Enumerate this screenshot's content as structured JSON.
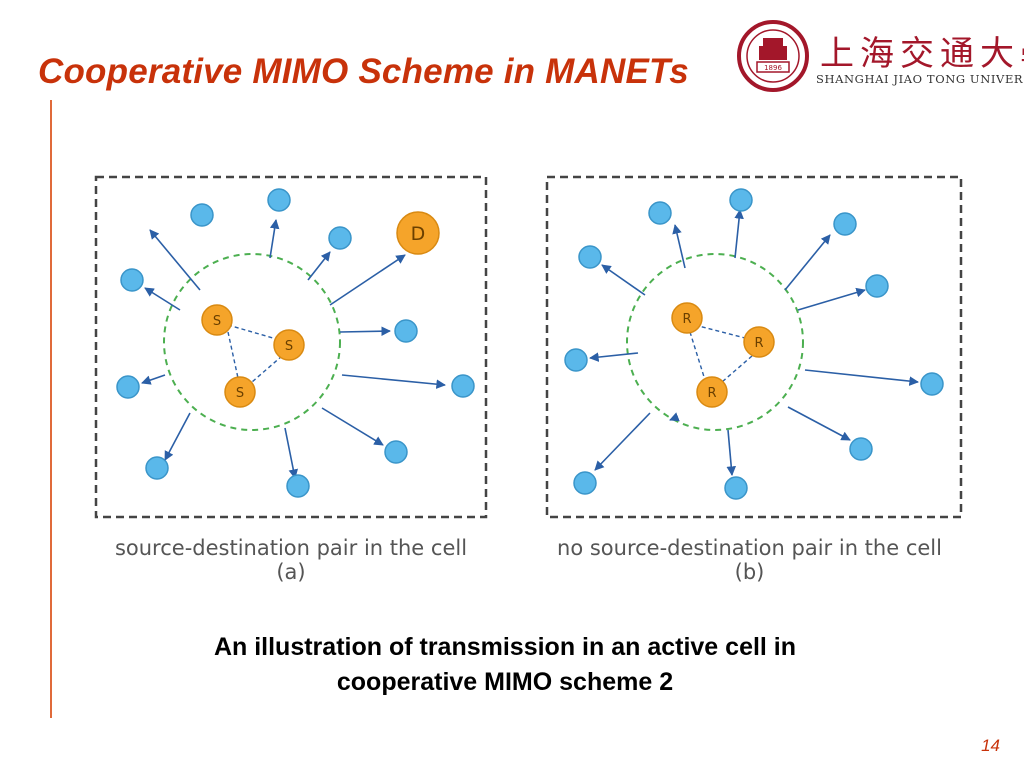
{
  "title": "Cooperative MIMO Scheme in MANETs",
  "logo": {
    "chinese_name": "上海交通大學",
    "english_name": "SHANGHAI JIAO TONG UNIVERSITY",
    "seal_year": "1896",
    "brand_color": "#a3172a"
  },
  "figure": {
    "panel_a": {
      "caption": "source-destination pair in the cell",
      "label": "(a)",
      "cluster_nodes": [
        "S",
        "S",
        "S"
      ],
      "destination": "D"
    },
    "panel_b": {
      "caption": "no source-destination pair in the cell",
      "label": "(b)",
      "cluster_nodes": [
        "R",
        "R",
        "R"
      ]
    },
    "colors": {
      "outer_node": "#5ab8ea",
      "cluster_node": "#f5a42a",
      "link": "#2b5fa6",
      "cell_border": "#4caf50"
    }
  },
  "caption_line1": "An illustration of transmission in an active cell in",
  "caption_line2": "cooperative MIMO scheme 2",
  "page_number": "14",
  "accent_color": "#c8320a"
}
